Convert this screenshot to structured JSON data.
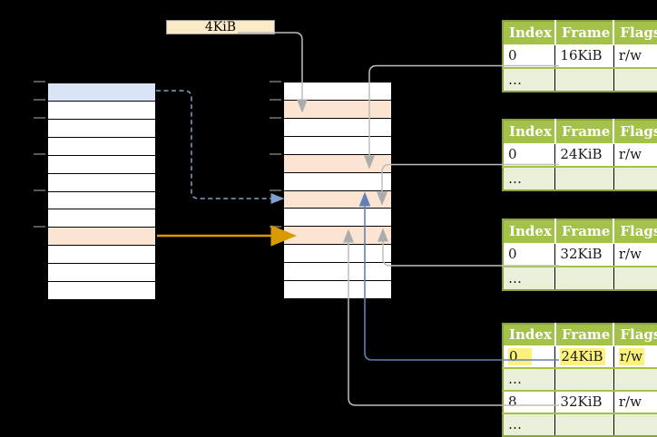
{
  "palette": {
    "background": "#000000",
    "row_white": "#ffffff",
    "row_blue": "#d9e4f6",
    "row_orange": "#fce4d2",
    "row_border": "#000000",
    "label_box_bg": "#fbeac6",
    "label_box_border": "#999999",
    "table_green": "#a4c24a",
    "table_green_border": "#8ba23b",
    "table_row_shaded": "#e9efd9",
    "highlight_yellow": "#fbf17c",
    "header_text": "#ffffff",
    "text_dark": "#1a1a1a",
    "connector_gray": "#bdbdbd",
    "connector_gray_head": "#ababab",
    "connector_blue": "#6080b8",
    "connector_blue_dashed": "#7f9fce",
    "connector_orange": "#d79b00",
    "tick_gray": "#7f7f7f"
  },
  "page_size_label": {
    "text": "4KiB"
  },
  "memory_columns": {
    "left": {
      "rows": [
        "blue",
        "white",
        "white",
        "white",
        "white",
        "white",
        "white",
        "white",
        "orange",
        "white",
        "white",
        "white"
      ]
    },
    "middle": {
      "rows": [
        "white",
        "orange",
        "white",
        "white",
        "orange",
        "white",
        "orange",
        "white",
        "orange",
        "white",
        "white",
        "white"
      ]
    }
  },
  "ticks_y": [
    90,
    110,
    130,
    170,
    210,
    250
  ],
  "page_tables": [
    {
      "headers": [
        "Index",
        "Frame",
        "Flags"
      ],
      "rows": [
        {
          "cells": [
            "0",
            "16KiB",
            "r/w"
          ],
          "style": "plain"
        },
        {
          "cells": [
            "…",
            "",
            ""
          ],
          "style": "shaded"
        }
      ]
    },
    {
      "headers": [
        "Index",
        "Frame",
        "Flags"
      ],
      "rows": [
        {
          "cells": [
            "0",
            "24KiB",
            "r/w"
          ],
          "style": "plain"
        },
        {
          "cells": [
            "…",
            "",
            ""
          ],
          "style": "shaded"
        }
      ]
    },
    {
      "headers": [
        "Index",
        "Frame",
        "Flags"
      ],
      "rows": [
        {
          "cells": [
            "0",
            "32KiB",
            "r/w"
          ],
          "style": "plain"
        },
        {
          "cells": [
            "…",
            "",
            ""
          ],
          "style": "shaded"
        }
      ]
    },
    {
      "headers": [
        "Index",
        "Frame",
        "Flags"
      ],
      "rows": [
        {
          "cells": [
            "0",
            "24KiB",
            "r/w"
          ],
          "style": "highlight"
        },
        {
          "cells": [
            "…",
            "",
            ""
          ],
          "style": "shaded"
        },
        {
          "cells": [
            "8",
            "32KiB",
            "r/w"
          ],
          "style": "plain"
        },
        {
          "cells": [
            "…",
            "",
            ""
          ],
          "style": "shaded"
        }
      ]
    }
  ],
  "connectors": [
    {
      "from": "page-size-label",
      "to": "middle-column-row-2",
      "color": "gray",
      "style": "solid"
    },
    {
      "from": "page-table-1-row-0",
      "to": "middle-column-row-5",
      "color": "gray",
      "style": "solid"
    },
    {
      "from": "page-table-2-row-0",
      "to": "middle-column-row-7",
      "color": "gray",
      "style": "solid"
    },
    {
      "from": "page-table-3-row-0",
      "to": "middle-column-row-9",
      "color": "gray",
      "style": "solid"
    },
    {
      "from": "page-table-4-row-0",
      "to": "middle-column-row-7",
      "color": "blue",
      "style": "solid"
    },
    {
      "from": "page-table-4-row-8",
      "to": "middle-column-row-9",
      "color": "gray",
      "style": "solid"
    },
    {
      "from": "left-column-row-1",
      "to": "middle-column-row-7",
      "color": "blue",
      "style": "dashed"
    },
    {
      "from": "left-column-row-9",
      "to": "middle-column-row-9",
      "color": "orange",
      "style": "solid"
    }
  ]
}
